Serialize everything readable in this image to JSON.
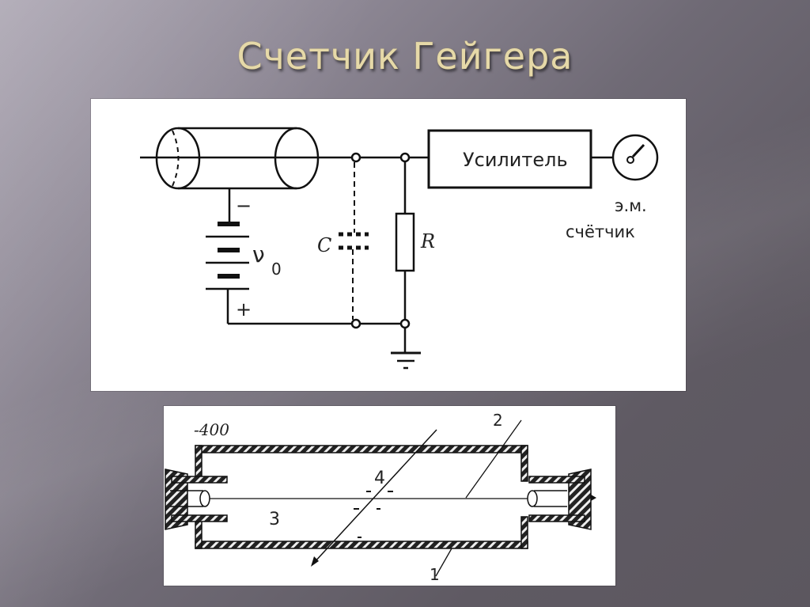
{
  "slide": {
    "title": "Счетчик Гейгера",
    "background_color": "#6f6a75",
    "title_color": "#e6d9a8"
  },
  "circuit_diagram": {
    "amplifier_label": "Усилитель",
    "counter_label_line1": "э.м.",
    "counter_label_line2": "счётчик",
    "capacitor_label": "C",
    "resistor_label": "R",
    "voltage_label": "ν",
    "voltage_subscript": "0",
    "minus_sign": "−",
    "plus_sign": "+"
  },
  "tube_diagram": {
    "voltage_label": "-400",
    "part_labels": [
      "1",
      "2",
      "3",
      "4"
    ],
    "charge_marks": [
      "−",
      "−",
      "−",
      "−",
      "−"
    ]
  }
}
